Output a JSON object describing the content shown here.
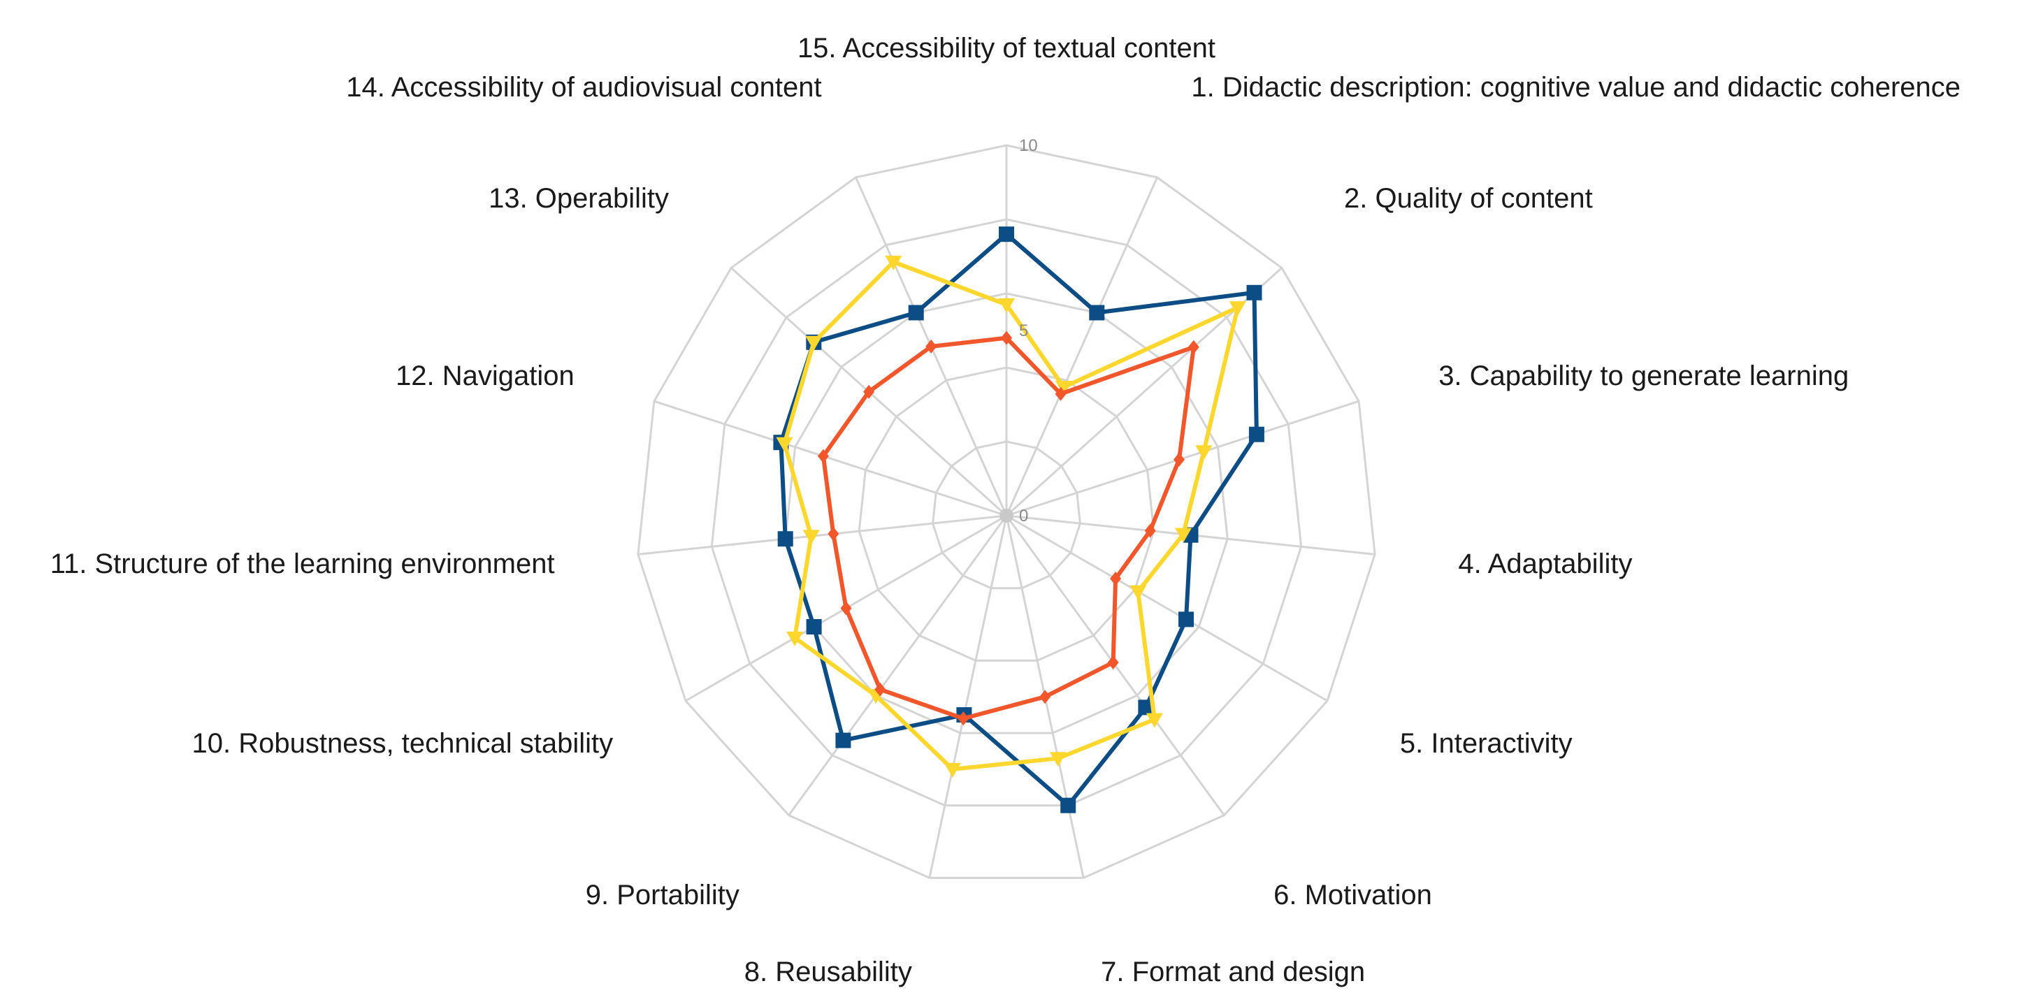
{
  "chart_data": {
    "type": "radar",
    "axes": [
      "1. Didactic description: cognitive value and didactic coherence",
      "2. Quality of content",
      "3. Capability to generate learning",
      "4. Adaptability",
      "5. Interactivity",
      "6. Motivation",
      "7. Format and design",
      "8. Reusability",
      "9. Portability",
      "10. Robustness, technical stability",
      "11. Structure of the learning environment",
      "12. Navigation",
      "13. Operability",
      "14. Accessibility of audiovisual content",
      "15. Accessibility of textual content"
    ],
    "ticks": [
      "0",
      "5",
      "10"
    ],
    "range": [
      0,
      10
    ],
    "rings": 5,
    "grid": true,
    "legend": "none",
    "series": [
      {
        "color": "#0d4d86",
        "marker": "square",
        "values": [
          6.0,
          9.0,
          7.1,
          5.0,
          5.6,
          6.4,
          8.0,
          5.5,
          7.5,
          6.0,
          6.0,
          6.4,
          7.0,
          6.0,
          7.6
        ]
      },
      {
        "color": "#fdd72e",
        "marker": "triangle-down",
        "values": [
          3.8,
          8.4,
          5.6,
          4.8,
          4.1,
          6.8,
          6.7,
          7.0,
          6.0,
          6.6,
          5.3,
          6.3,
          7.0,
          7.5,
          5.7
        ]
      },
      {
        "color": "#f2572c",
        "marker": "diamond",
        "values": [
          3.6,
          6.8,
          4.9,
          3.9,
          3.4,
          4.9,
          5.0,
          5.6,
          5.8,
          5.0,
          4.7,
          5.2,
          5.0,
          5.0,
          4.8
        ]
      }
    ]
  }
}
